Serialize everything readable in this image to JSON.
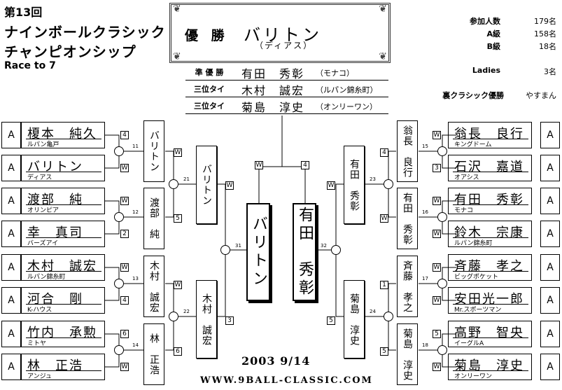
{
  "header": {
    "edition": "第13回",
    "title_line1": "ナインボールクラシック",
    "title_line2": "チャンピオンシップ",
    "race": "Race to 7"
  },
  "winner": {
    "label": "優 勝",
    "name": "バリトン",
    "club": "（ディアス）"
  },
  "podium": [
    {
      "label": "準 優 勝",
      "name": "有田　秀彰",
      "club": "（モナコ）"
    },
    {
      "label": "三位タイ",
      "name": "木村　誠宏",
      "club": "（ルパン錦糸町）"
    },
    {
      "label": "三位タイ",
      "name": "菊島　淳史",
      "club": "（オンリーワン）"
    }
  ],
  "stats": [
    {
      "key": "参加人数",
      "value": "179名"
    },
    {
      "key": "A級",
      "value": "158名"
    },
    {
      "key": "B級",
      "value": "18名"
    },
    {
      "key": "Ladies",
      "value": "3名"
    },
    {
      "key": "裏クラシック優勝",
      "value": "やすまん"
    }
  ],
  "left_players": [
    {
      "grade": "A",
      "name": "榎本　純久",
      "club": "ルパン亀戸",
      "score": "4"
    },
    {
      "grade": "A",
      "name": "バリトン",
      "club": "ディアス",
      "score": "W"
    },
    {
      "grade": "A",
      "name": "渡部　純",
      "club": "オリンピア",
      "score": "W"
    },
    {
      "grade": "A",
      "name": "幸　真司",
      "club": "バーズアイ",
      "score": "2"
    },
    {
      "grade": "A",
      "name": "木村　誠宏",
      "club": "ルパン錦糸町",
      "score": "W"
    },
    {
      "grade": "A",
      "name": "河合　剛",
      "club": "K-ハウス",
      "score": "4"
    },
    {
      "grade": "A",
      "name": "竹内　承勲",
      "club": "ミトヤ",
      "score": "6"
    },
    {
      "grade": "A",
      "name": "林　正浩",
      "club": "アンジュ",
      "score": "W"
    }
  ],
  "right_players": [
    {
      "grade": "A",
      "name": "翁長　良行",
      "club": "キングドーム",
      "score": "W"
    },
    {
      "grade": "A",
      "name": "石沢　嘉道",
      "club": "オアシス",
      "score": "3"
    },
    {
      "grade": "A",
      "name": "有田　秀彰",
      "club": "モナコ",
      "score": "W"
    },
    {
      "grade": "A",
      "name": "鈴木　宗康",
      "club": "ルパン錦糸町",
      "score": "W"
    },
    {
      "grade": "A",
      "name": "斉藤　孝之",
      "club": "ビッグポケット",
      "score": "W"
    },
    {
      "grade": "A",
      "name": "安田光一郎",
      "club": "Mr.スポーツマン",
      "score": "W"
    },
    {
      "grade": "A",
      "name": "高野　智央",
      "club": "イーグルA",
      "score": "5"
    },
    {
      "grade": "A",
      "name": "菊島　淳史",
      "club": "オンリーワン",
      "score": "W"
    }
  ],
  "left_r1": [
    {
      "match": "11",
      "name": "バリトン",
      "score": "W"
    },
    {
      "match": "12",
      "name": "渡部　純",
      "score": "5"
    },
    {
      "match": "13",
      "name": "木村　誠宏",
      "score": "W"
    },
    {
      "match": "14",
      "name": "林　正浩",
      "score": "6"
    }
  ],
  "right_r1": [
    {
      "match": "15",
      "name": "翁長　良行",
      "score": "4"
    },
    {
      "match": "16",
      "name": "有田　秀彰",
      "score": "W"
    },
    {
      "match": "17",
      "name": "斉藤　孝之",
      "score": "1"
    },
    {
      "match": "18",
      "name": "菊島　淳史",
      "score": "5"
    }
  ],
  "left_r2": [
    {
      "match": "21",
      "name": "バリトン",
      "score": "W"
    },
    {
      "match": "22",
      "name": "木村　誠宏",
      "score": "3"
    }
  ],
  "right_r2": [
    {
      "match": "23",
      "name": "有田　秀彰",
      "score": "W"
    },
    {
      "match": "24",
      "name": "菊島　淳史",
      "score": "5"
    }
  ],
  "final": {
    "left_match": "31",
    "right_match": "32",
    "left_name": "バリトン",
    "right_name": "有田　秀彰",
    "left_score": "W",
    "right_score": "4"
  },
  "footer": {
    "date": "2003  9/14",
    "site": "WWW.9BALL-CLASSIC.COM"
  }
}
